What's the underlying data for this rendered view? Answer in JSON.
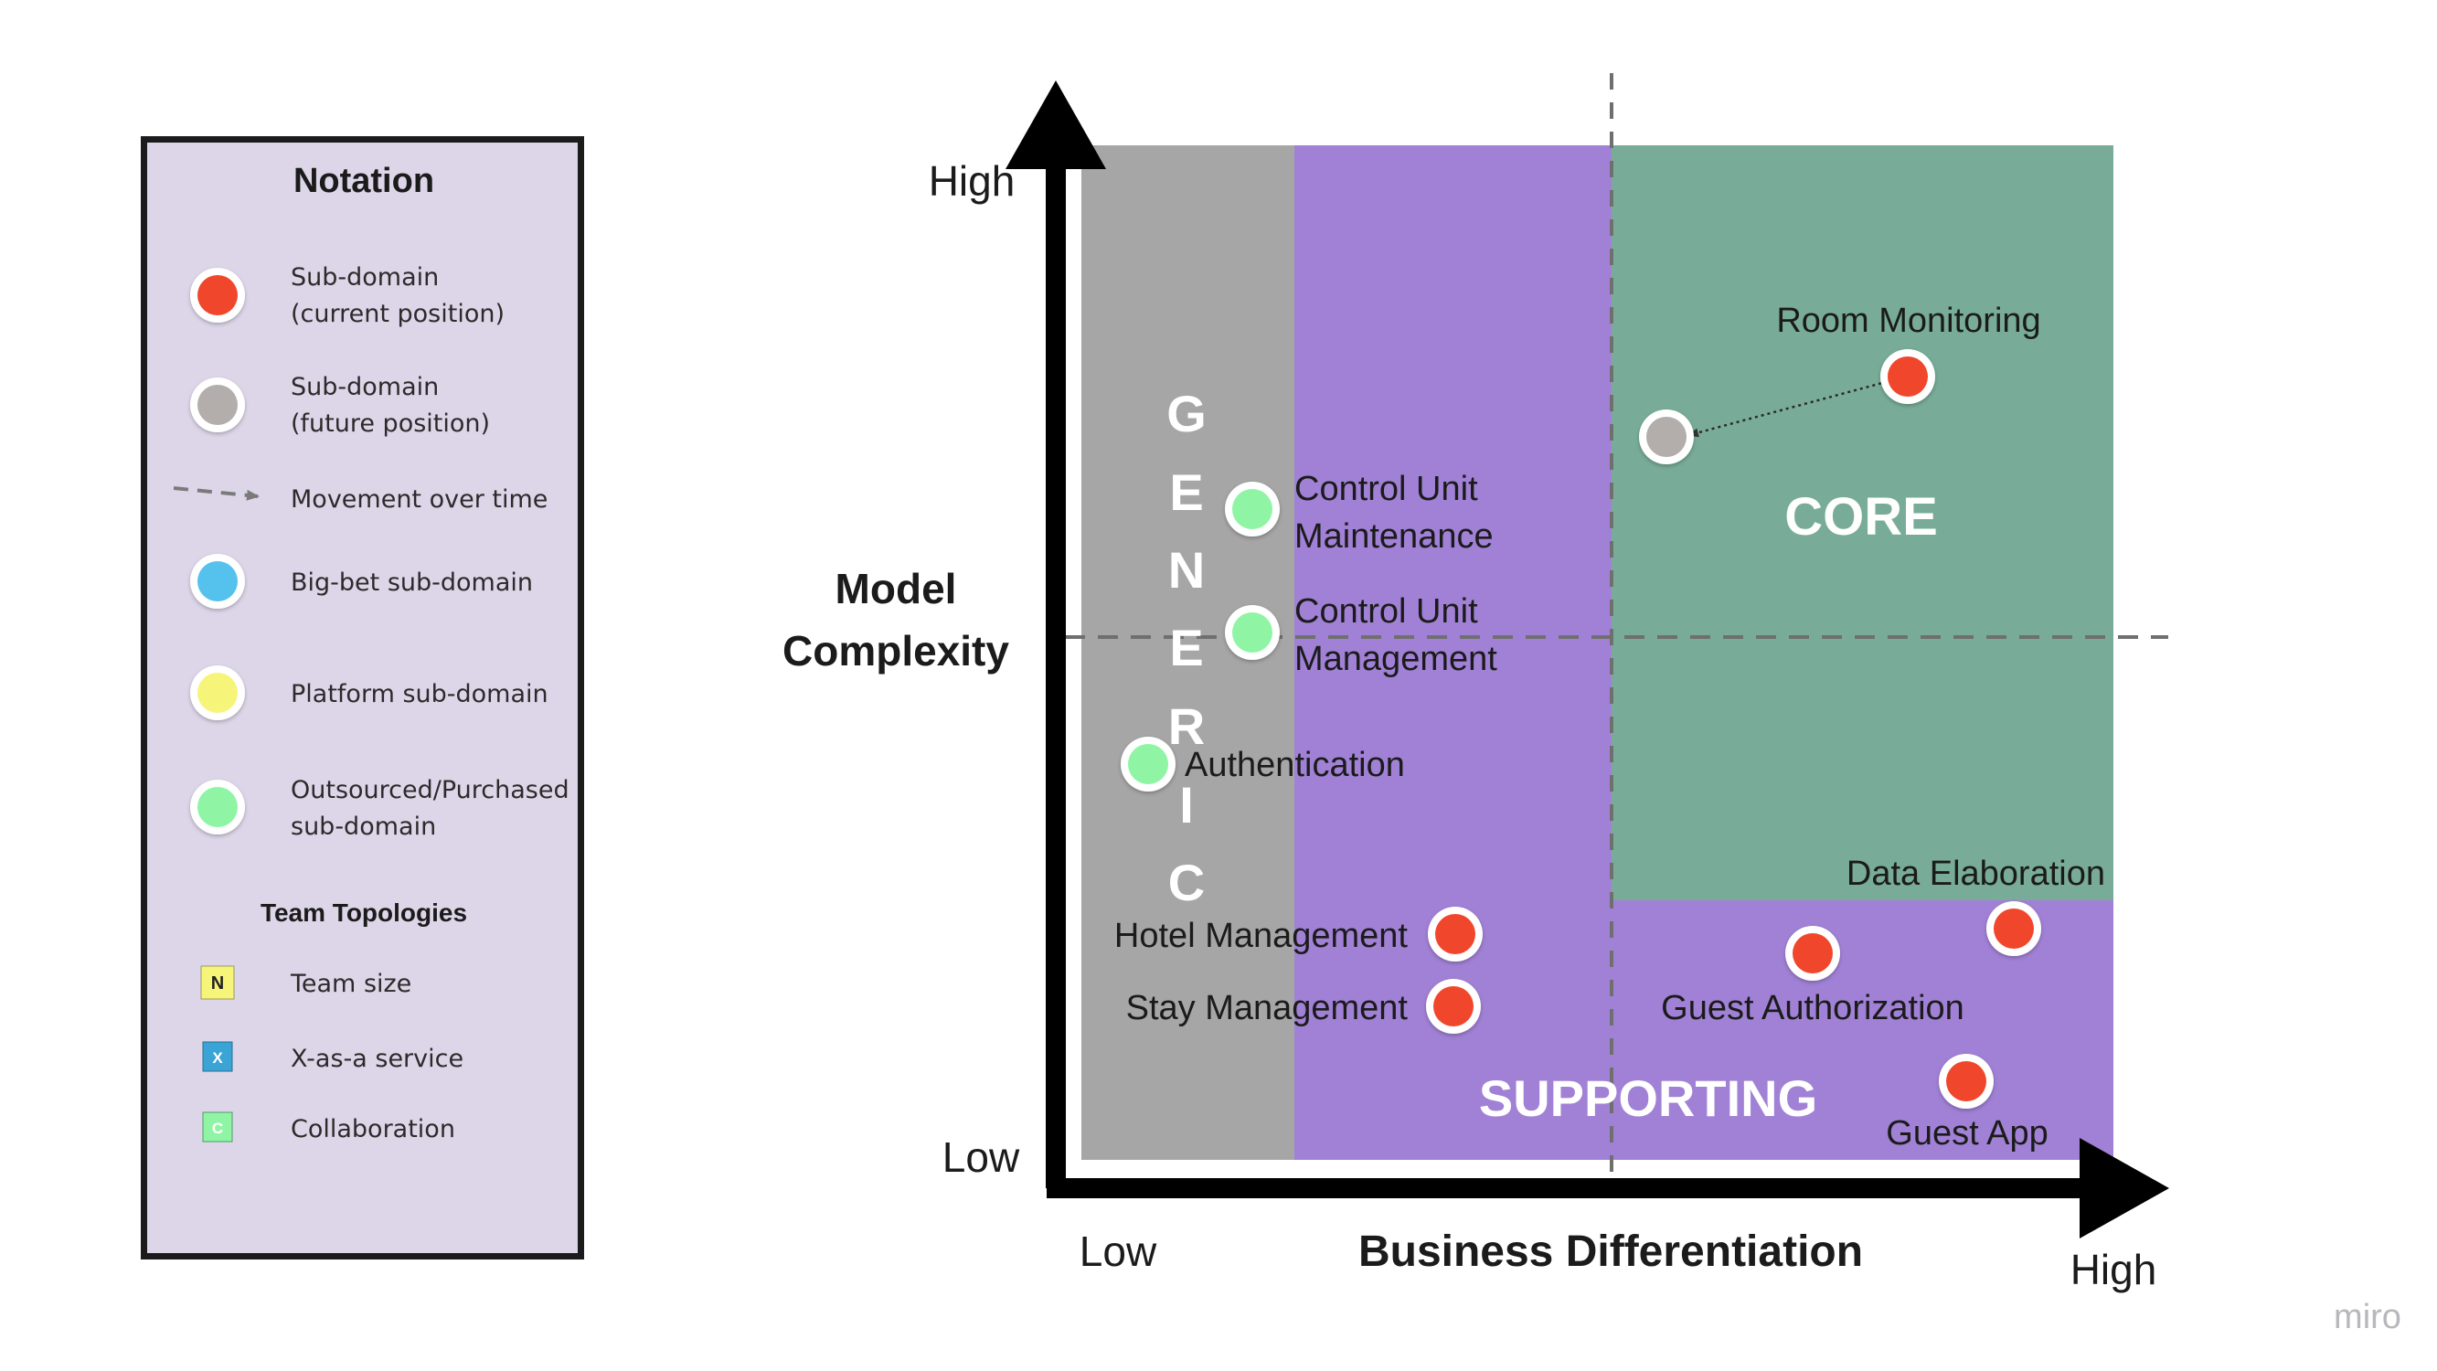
{
  "legend": {
    "title": "Notation",
    "items": [
      {
        "name": "current",
        "line1": "Sub-domain",
        "line2": "(current position)",
        "color": "#f0472c"
      },
      {
        "name": "future",
        "line1": "Sub-domain",
        "line2": "(future position)",
        "color": "#b3adab"
      },
      {
        "name": "movement",
        "line1": "Movement over time",
        "line2": "",
        "color": "#8a8a8a"
      },
      {
        "name": "bigbet",
        "line1": "Big-bet sub-domain",
        "line2": "",
        "color": "#55c1ed"
      },
      {
        "name": "platform",
        "line1": "Platform sub-domain",
        "line2": "",
        "color": "#f6f57a"
      },
      {
        "name": "outsourced",
        "line1": "Outsourced/Purchased",
        "line2": "sub-domain",
        "color": "#8ff5a5"
      }
    ],
    "team_title": "Team Topologies",
    "team_items": [
      {
        "name": "team-size",
        "symbol": "N",
        "label": "Team size",
        "color": "#f6f57a"
      },
      {
        "name": "x-as-a-service",
        "symbol": "X",
        "label": "X-as-a service",
        "color": "#3aa4d6"
      },
      {
        "name": "collaboration",
        "symbol": "C",
        "label": "Collaboration",
        "color": "#8ff5a5"
      }
    ]
  },
  "axes": {
    "y_title_line1": "Model",
    "y_title_line2": "Complexity",
    "y_high": "High",
    "y_low": "Low",
    "x_title": "Business Differentiation",
    "x_low": "Low",
    "x_high": "High"
  },
  "regions": {
    "generic": {
      "label": "GENERIC",
      "letters": [
        "G",
        "E",
        "N",
        "E",
        "R",
        "I",
        "C"
      ],
      "color": "#a6a6a6"
    },
    "supporting": {
      "label": "SUPPORTING",
      "color": "#a181d5"
    },
    "core": {
      "label": "CORE",
      "color": "#78ac98"
    }
  },
  "nodes": [
    {
      "name": "room-monitoring-current",
      "label": "Room Monitoring",
      "kind": "current"
    },
    {
      "name": "room-monitoring-future",
      "label": "",
      "kind": "future"
    },
    {
      "name": "control-unit-maintenance",
      "label_line1": "Control Unit",
      "label_line2": "Maintenance",
      "kind": "outsourced"
    },
    {
      "name": "control-unit-management",
      "label_line1": "Control Unit",
      "label_line2": "Management",
      "kind": "outsourced"
    },
    {
      "name": "authentication",
      "label": "Authentication",
      "kind": "outsourced"
    },
    {
      "name": "hotel-management",
      "label": "Hotel Management",
      "kind": "current"
    },
    {
      "name": "stay-management",
      "label": "Stay Management",
      "kind": "current"
    },
    {
      "name": "data-elaboration",
      "label": "Data Elaboration",
      "kind": "current"
    },
    {
      "name": "guest-authorization",
      "label": "Guest Authorization",
      "kind": "current"
    },
    {
      "name": "guest-app",
      "label": "Guest App",
      "kind": "current"
    }
  ],
  "watermark": "miro"
}
